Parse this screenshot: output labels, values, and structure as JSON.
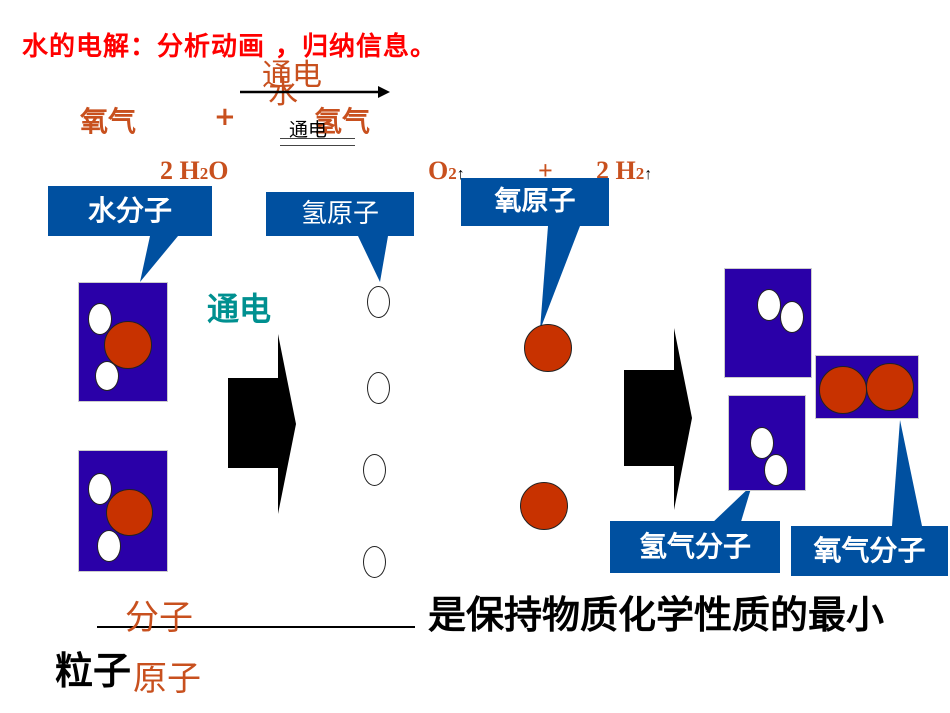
{
  "title": "水的电解：分析动画 ，归纳信息。",
  "word_equation": {
    "condition": "通电",
    "reactant": "水",
    "product1": "氧气",
    "plus": "+",
    "product2": "氢气",
    "small_condition": "通电"
  },
  "formula_equation": {
    "left_coef": "2",
    "left_a": "H",
    "left_sub": "2",
    "left_b": "O",
    "mid_a": "O",
    "mid_sub": "2",
    "up1": "↑",
    "plus": "+",
    "right_coef": "2",
    "right_a": "H",
    "right_sub": "2",
    "up2": "↑"
  },
  "labels": {
    "water_molecule": "水分子",
    "hydrogen_atom": "氢原子",
    "oxygen_atom": "氧原子",
    "hydrogen_molecule": "氢气分子",
    "oxygen_molecule": "氧气分子"
  },
  "electrify": "通电",
  "conclusion": {
    "answer1": "分子",
    "text1": "是保持物质化学性质的最小",
    "text2": "粒子",
    "answer2": "原子"
  },
  "colors": {
    "title": "#ff0000",
    "orange_text": "#c8501e",
    "label_box": "#0050a0",
    "molecule_box": "#2a00a8",
    "oxygen_atom": "#c83200",
    "hydrogen_atom": "#ffffff",
    "teal_text": "#009090"
  }
}
